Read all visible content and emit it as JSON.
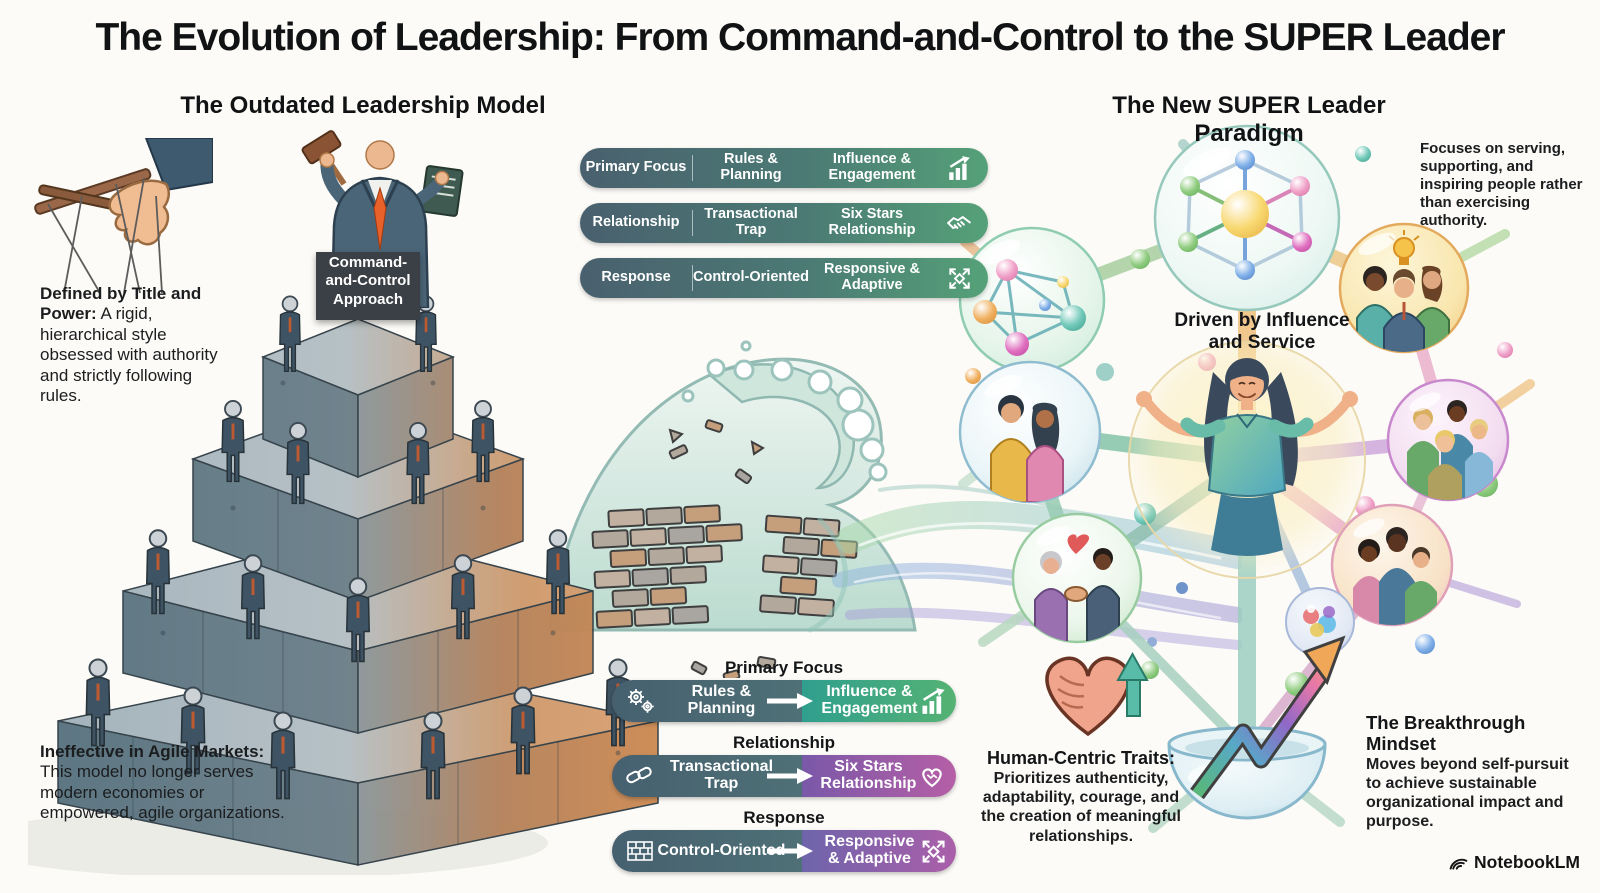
{
  "title": "The Evolution of Leadership: From Command-and-Control to the SUPER Leader",
  "left_section": {
    "subtitle": "The Outdated Leadership Model",
    "approach_label": "Command-\nand-Control\nApproach",
    "defined_lead": "Defined by Title and Power:",
    "defined_body": "A rigid, hierarchical style obsessed with authority and strictly following rules.",
    "ineffective_lead": "Ineffective in Agile Markets:",
    "ineffective_body": "This model no longer serves modern economies or empowered, agile organizations."
  },
  "comparison_table": {
    "rows": [
      {
        "label": "Primary Focus",
        "old": "Rules & Planning",
        "new": "Influence & Engagement",
        "icon": "growth-chart-icon"
      },
      {
        "label": "Relationship",
        "old": "Transactional Trap",
        "new": "Six Stars Relationship",
        "icon": "handshake-icon"
      },
      {
        "label": "Response",
        "old": "Control-Oriented",
        "new": "Responsive & Adaptive",
        "icon": "expand-arrows-icon"
      }
    ]
  },
  "transformation": {
    "rows": [
      {
        "heading": "Primary Focus",
        "old": "Rules & Planning",
        "new": "Influence & Engagement",
        "old_icon": "gears-icon",
        "new_icon": "growth-chart-icon"
      },
      {
        "heading": "Relationship",
        "old": "Transactional Trap",
        "new": "Six Stars Relationship",
        "old_icon": "chain-link-icon",
        "new_icon": "heart-handshake-icon"
      },
      {
        "heading": "Response",
        "old": "Control-Oriented",
        "new": "Responsive & Adaptive",
        "old_icon": "brick-wall-icon",
        "new_icon": "expand-arrows-icon"
      }
    ]
  },
  "right_section": {
    "subtitle": "The New SUPER Leader Paradigm",
    "focus_text": "Focuses on serving, supporting, and inspiring people rather than exercising authority.",
    "driven_text": "Driven by Influence and Service",
    "human_lead": "Human-Centric Traits:",
    "human_body": "Prioritizes authenticity, adaptability, courage, and the creation of meaningful relationships.",
    "breakthrough_lead": "The Breakthrough Mindset",
    "breakthrough_body": "Moves beyond self-pursuit to achieve sustainable organizational impact and purpose."
  },
  "watermark": {
    "label": "NotebookLM"
  },
  "colors": {
    "background": "#fcfbf7",
    "slate_pill": "#4c6472",
    "table_gradient_left": "#49606e",
    "table_gradient_right": "#55a178",
    "green_gradient": [
      "#2f9f8e",
      "#55b273"
    ],
    "purple_gradient": [
      "#7a58a8",
      "#b55fa6"
    ],
    "command_box": "#3b4046",
    "tie_orange": "#e8602a"
  },
  "illustrations": [
    "puppet-hand",
    "authoritarian-leader",
    "hierarchy-pyramid",
    "wave-breaking-wall",
    "network-bubbles",
    "super-leader-figure",
    "heart-handshake",
    "growth-bowl"
  ]
}
